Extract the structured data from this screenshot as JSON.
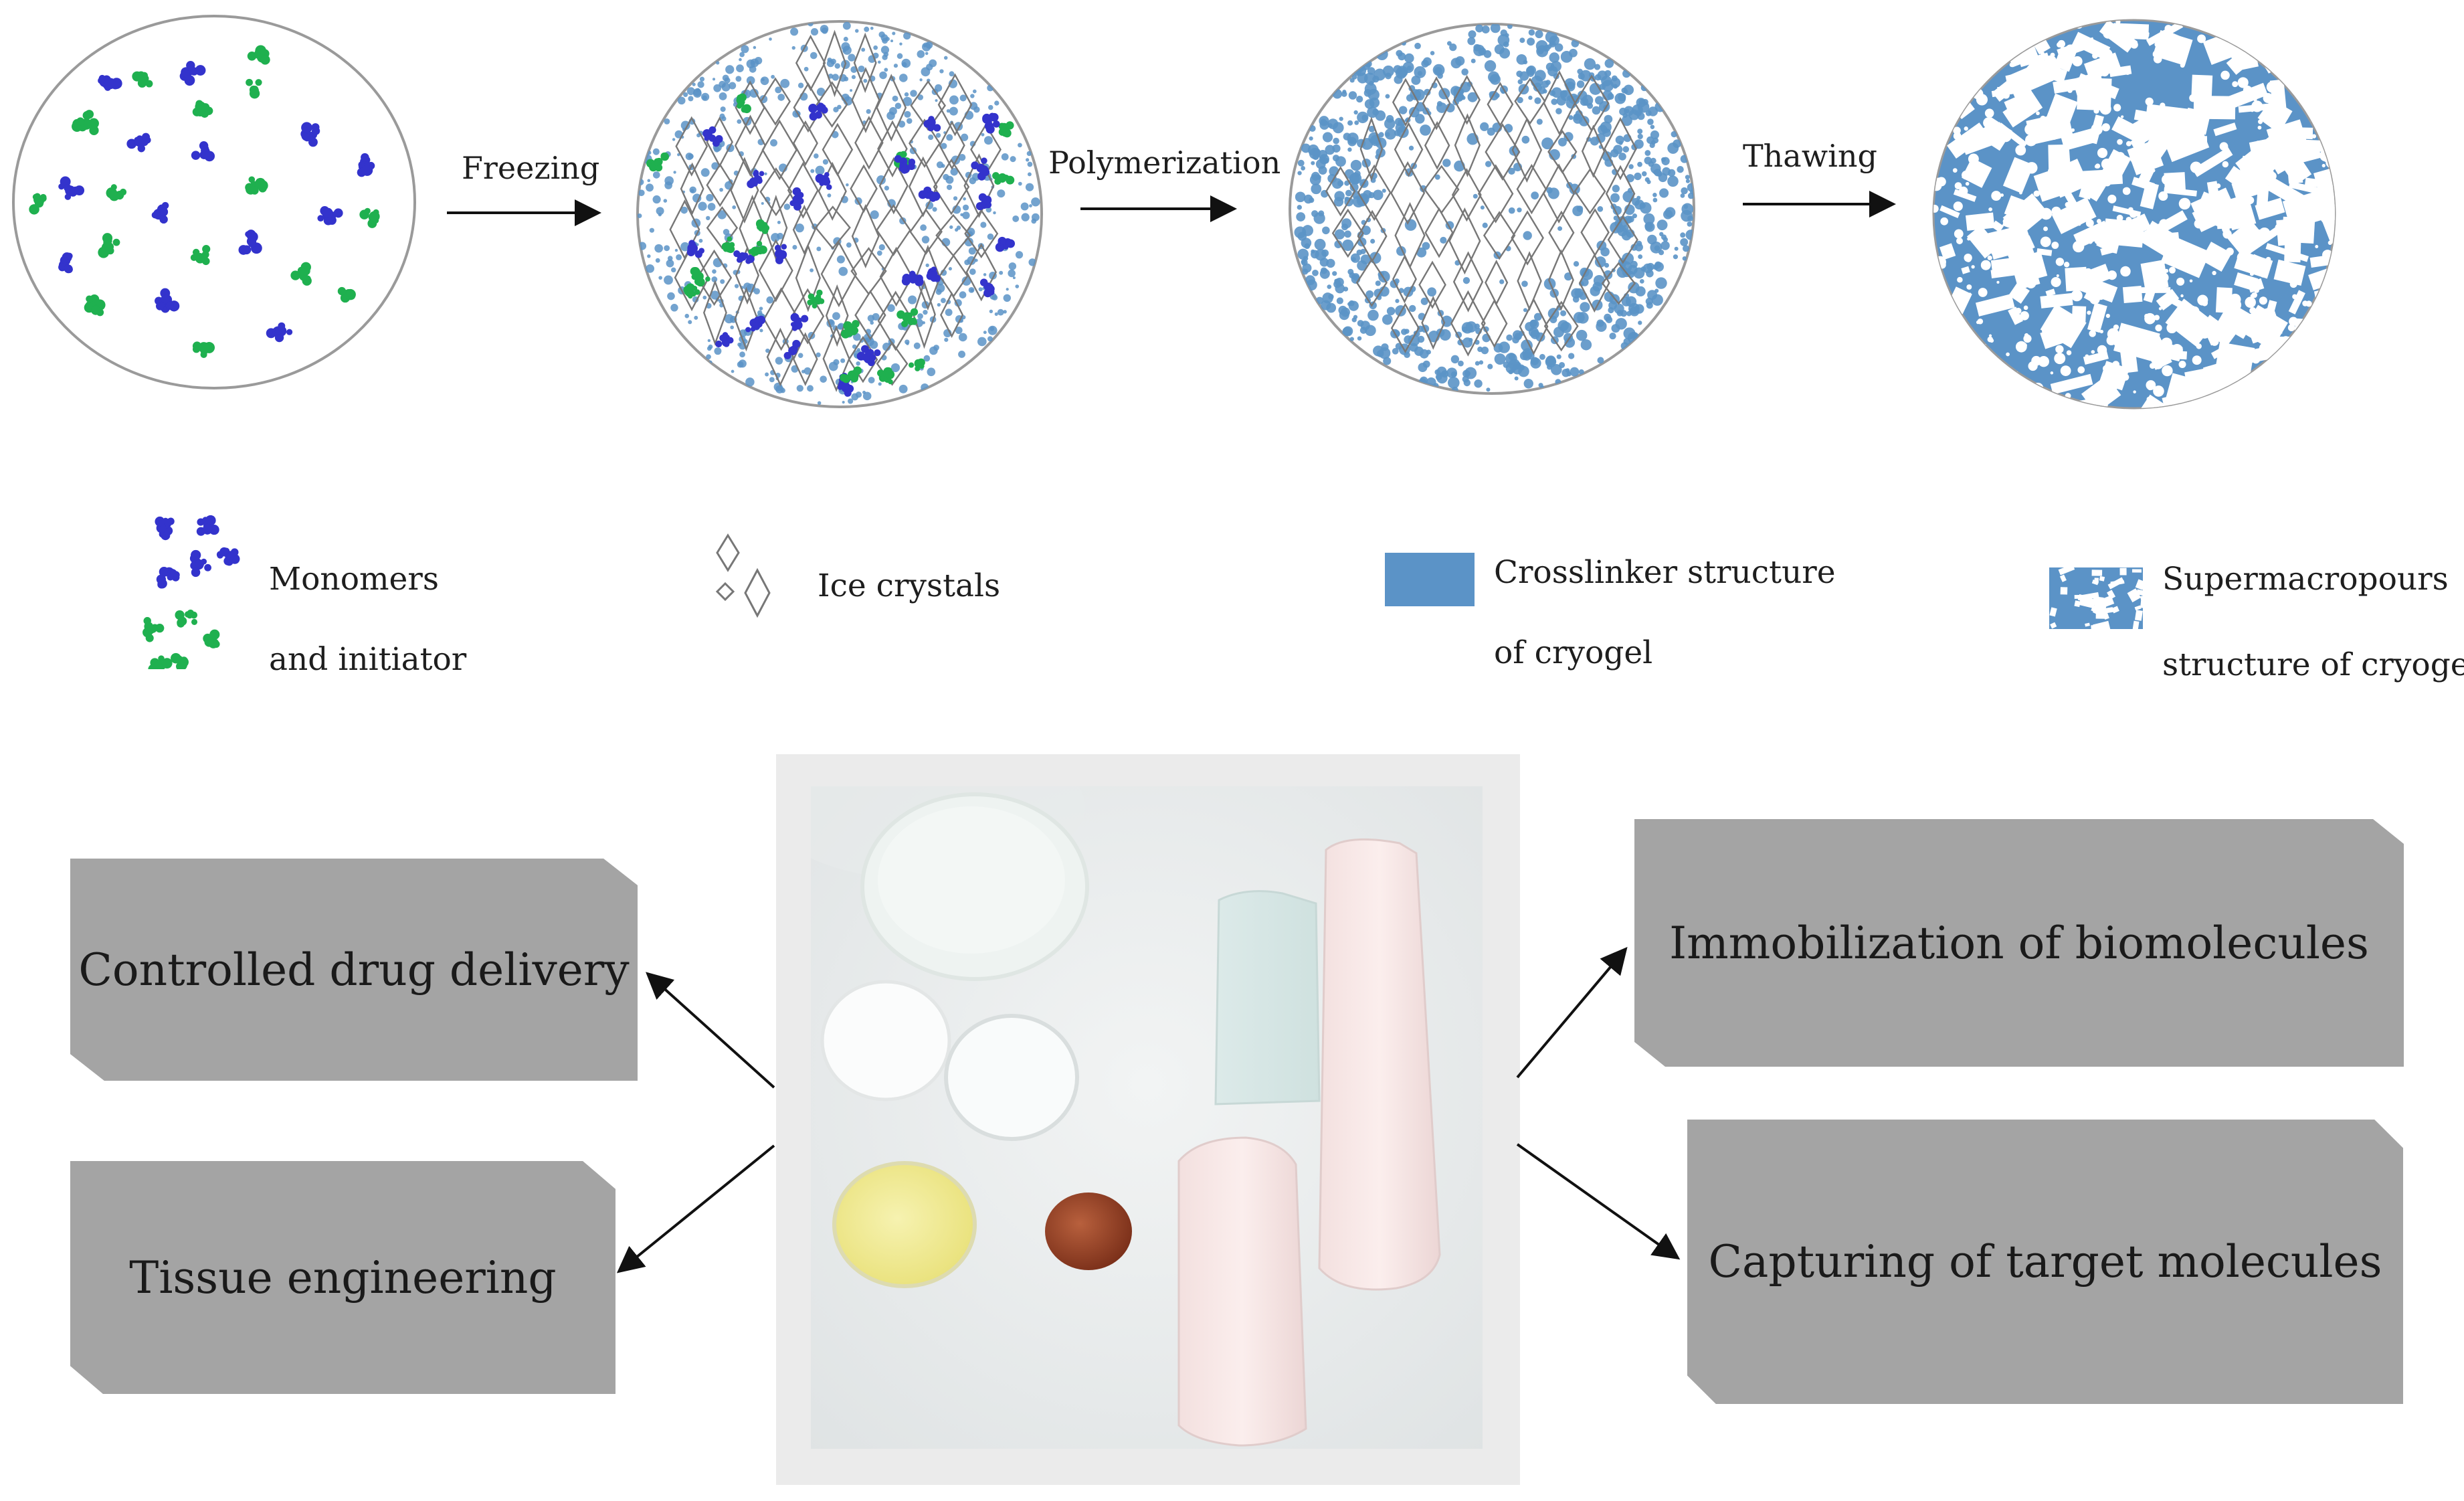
{
  "process": {
    "steps": [
      {
        "name": "Freezing"
      },
      {
        "name": "Polymerization"
      },
      {
        "name": "Thawing"
      }
    ]
  },
  "legend": {
    "monomers": {
      "line1": "Monomers",
      "line2": "and initiator"
    },
    "ice": {
      "label": "Ice crystals"
    },
    "crosslinker": {
      "line1": "Crosslinker  structure",
      "line2": "of cryogel"
    },
    "supermacro": {
      "line1": "Supermacropours",
      "line2": "structure of cryogel"
    }
  },
  "applications": {
    "drug": "Controlled drug delivery",
    "tissue": "Tissue engineering",
    "immobilization": "Immobilization of biomolecules",
    "capturing": "Capturing of target molecules"
  },
  "colors": {
    "monomer_blue": "#3333cc",
    "initiator_green": "#1fb04f",
    "cryogel_blue": "#5b93c7",
    "box_gray": "#a4a4a4",
    "circle_border": "#9a9a9a"
  }
}
